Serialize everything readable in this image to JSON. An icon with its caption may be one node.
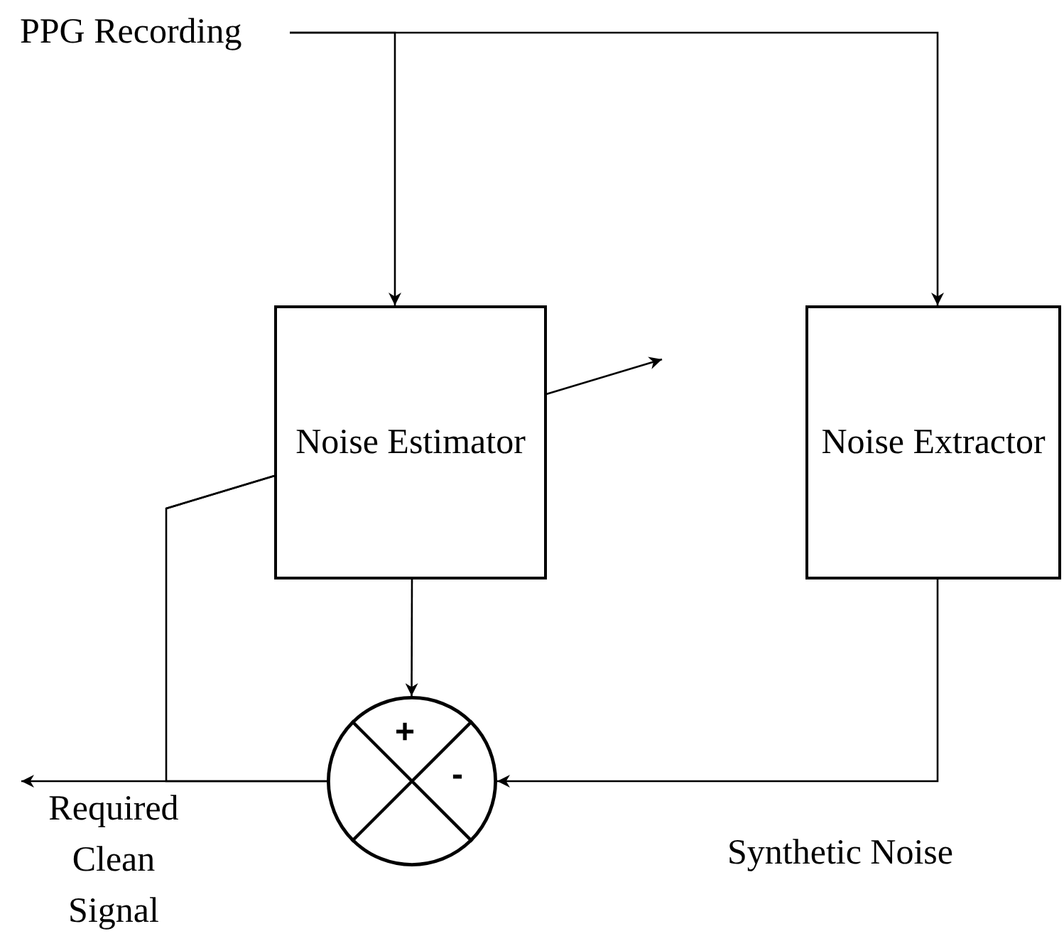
{
  "diagram": {
    "nodes": [
      {
        "text": [
          "PPG Recording"
        ]
      },
      {
        "text": [
          "Noise Estimator"
        ]
      },
      {
        "text": [
          "Noise Extractor"
        ]
      },
      {
        "text": [
          "+",
          "-"
        ]
      }
    ],
    "edges": [
      {
        "from": 0,
        "to": 1,
        "arrow": "to"
      },
      {
        "from": 0,
        "to": 2,
        "arrow": "to"
      },
      {
        "from": 1,
        "to": 3,
        "arrow": "to"
      },
      {
        "from": 2,
        "to": 3,
        "arrow": "to",
        "label": "Synthetic Noise"
      },
      {
        "from": 3,
        "to": null,
        "arrow": "to"
      },
      {
        "from": 3,
        "to": 1,
        "arrow": "none"
      }
    ],
    "labels": [
      "Required Clean Signal"
    ]
  }
}
